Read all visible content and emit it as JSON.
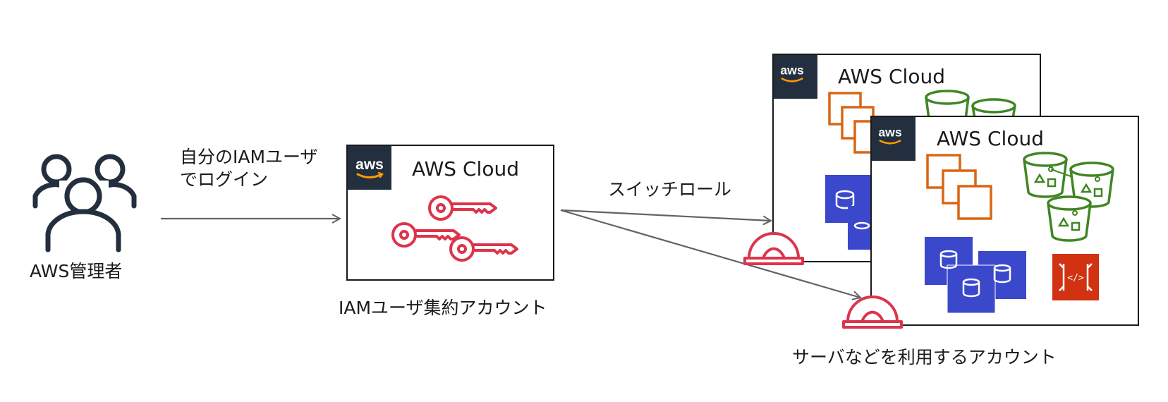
{
  "admin": {
    "label": "AWS管理者",
    "icon": "users-icon"
  },
  "login_label_line1": "自分のIAMユーザ",
  "login_label_line2": "でログイン",
  "switch_role_label": "スイッチロール",
  "iam_account": {
    "cloud_title": "AWS Cloud",
    "caption": "IAMユーザ集約アカウント",
    "icon": "keys-icon"
  },
  "target_accounts": {
    "back_cloud_title": "AWS Cloud",
    "front_cloud_title": "AWS Cloud",
    "caption": "サーバなどを利用するアカウント",
    "role_icon": "hard-hat-icon"
  },
  "colors": {
    "aws_dark": "#232f3e",
    "key_red": "#dd344c",
    "ec2_orange": "#d86613",
    "s3_green": "#3f8624",
    "rds_blue": "#3b48cc",
    "api_red": "#d13212",
    "arrow_gray": "#5f6368"
  }
}
